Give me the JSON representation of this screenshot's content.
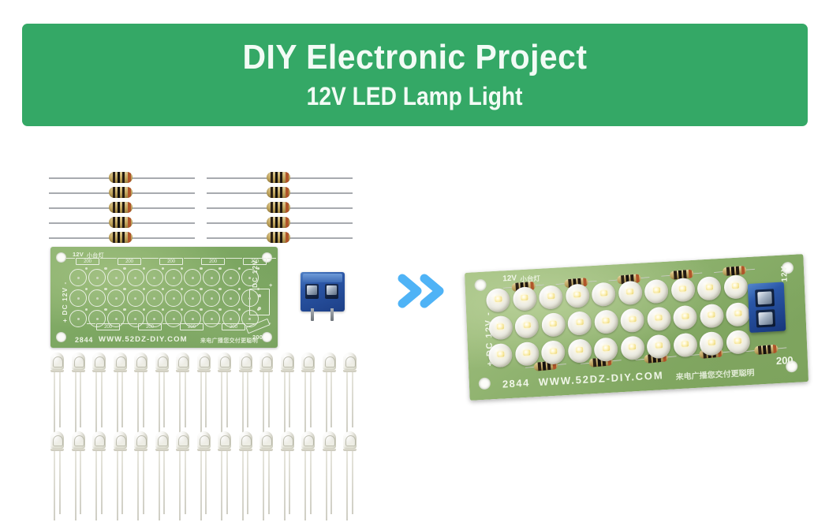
{
  "banner": {
    "title": "DIY Electronic Project",
    "subtitle": "12V LED Lamp Light",
    "background_color": "#34a866",
    "text_color": "#f2fbf5"
  },
  "arrows": {
    "name": "double-chevron-right",
    "color": "#4fb3f6",
    "count": 2
  },
  "parts": {
    "resistors": {
      "label": "200",
      "group_count": 2,
      "per_group": 5,
      "total": 10,
      "body_color": "#c2a75f",
      "band_colors": [
        "#2b2016",
        "#14110e",
        "#231a12",
        "#b0552a"
      ]
    },
    "leds": {
      "rows": 2,
      "per_row": 15,
      "total": 30,
      "type": "5mm clear white LED"
    },
    "terminal_block": {
      "pins": 2,
      "color": "#2a55a5"
    }
  },
  "pcb_bare": {
    "silk_12v": "12V",
    "silk_12v_cn": "小台灯",
    "silk_left_vert": "+ DC 12V -",
    "silk_right_vert": "DC 12V",
    "silk_right_plus": "+",
    "silk_right_minus": "-",
    "silk_url": "WWW.52DZ-DIY.COM",
    "silk_code": "2844",
    "silk_cn_footer": "来电广播您交付更聪明",
    "silk_resistor_value": "200",
    "resistor_footprints_top": [
      "200",
      "200",
      "200",
      "200",
      "200"
    ],
    "resistor_footprints_bottom": [
      "200",
      "200",
      "200",
      "200"
    ],
    "resistor_footprint_diag": "200",
    "led_grid_rows": 3,
    "led_grid_cols": 10,
    "board_color": "#7ea863"
  },
  "pcb_assembled": {
    "silk_12v": "12V",
    "silk_12v_cn": "小台灯",
    "silk_left_vert": "+ DC 12V -",
    "silk_right_vert": "12V",
    "silk_url": "WWW.52DZ-DIY.COM",
    "silk_code": "2844",
    "silk_cn_footer": "来电广播您交付更聪明",
    "silk_resistor_value": "200",
    "led_grid_rows": 3,
    "led_grid_cols": 10,
    "led_total": 30,
    "resistor_total": 10,
    "board_color": "#8cb06c"
  }
}
